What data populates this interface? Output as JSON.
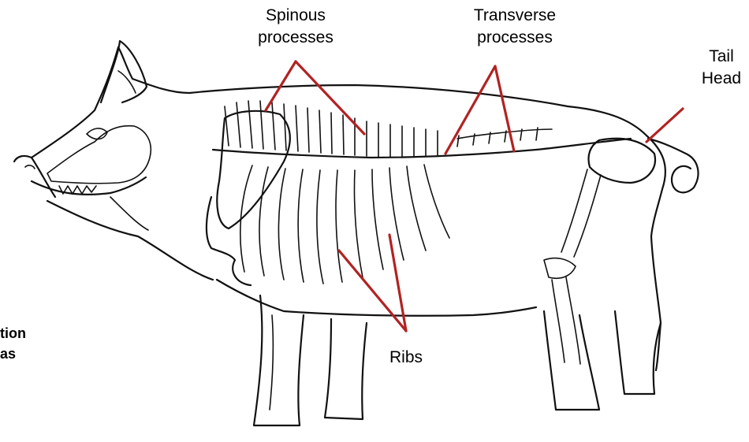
{
  "labels": {
    "spinous_line1": "Spinous",
    "spinous_line2": "processes",
    "transverse_line1": "Transverse",
    "transverse_line2": "processes",
    "tail_line1": "Tail",
    "tail_line2": "Head",
    "ribs": "Ribs"
  },
  "side_text": {
    "line1": "tion",
    "line2": "as"
  },
  "colors": {
    "leader": "#b22222",
    "ink": "#111111",
    "background": "#ffffff"
  }
}
